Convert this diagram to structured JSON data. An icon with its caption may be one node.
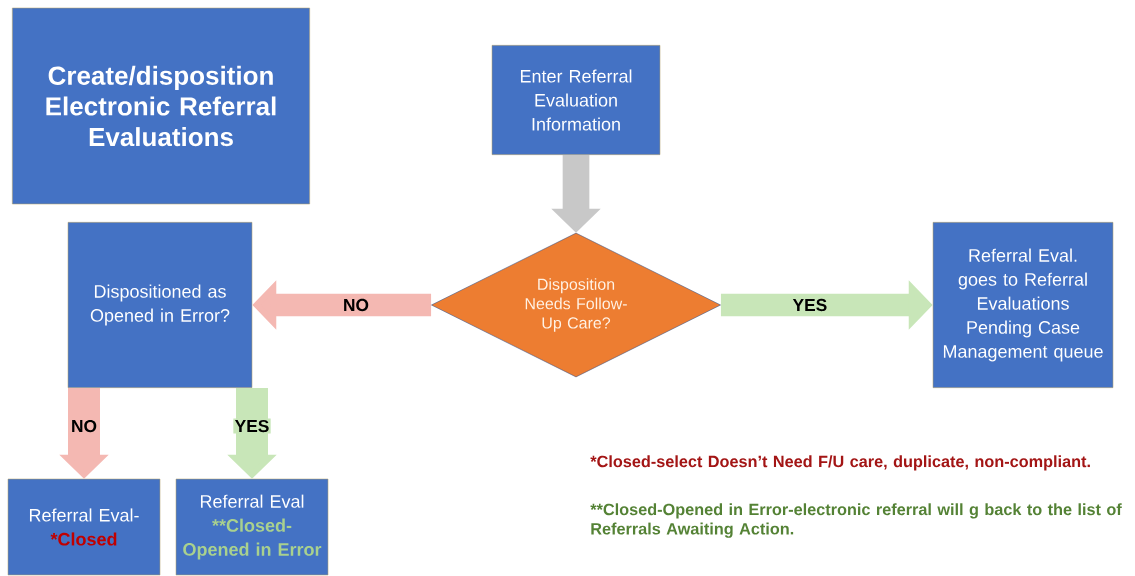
{
  "diagram": {
    "nodes": [
      {
        "text": [
          "Create/disposition Electronic Referral Evaluations"
        ]
      },
      {
        "text": [
          "Enter Referral Evaluation Information"
        ]
      },
      {
        "text": [
          "Disposition Needs Follow-Up Care?"
        ]
      },
      {
        "text": [
          "Dispositioned as Opened in Error?"
        ]
      },
      {
        "text": [
          "Referral Eval. goes to Referral Evaluations Pending Case Management queue"
        ]
      },
      {
        "text": [
          "Referral Eval-",
          "*Closed"
        ]
      },
      {
        "text": [
          "Referral Eval",
          "**Closed-Opened in Error"
        ]
      }
    ],
    "edges": [
      {
        "from": 1,
        "to": 2,
        "arrow": "to",
        "color": "#c8c8c8"
      },
      {
        "from": 2,
        "to": 3,
        "arrow": "to",
        "label": "NO",
        "color": "#f4b8b2"
      },
      {
        "from": 2,
        "to": 4,
        "arrow": "to",
        "label": "YES",
        "color": "#c8e6b8"
      },
      {
        "from": 3,
        "to": 5,
        "arrow": "to",
        "label": "NO",
        "color": "#f4b8b2"
      },
      {
        "from": 3,
        "to": 6,
        "arrow": "to",
        "label": "YES",
        "color": "#c8e6b8"
      }
    ],
    "labels": [
      "*Closed-select Doesn’t Need F/U care, duplicate, non-compliant.",
      "**Closed-Opened in Error-electronic referral will g back to the list of Referrals Awaiting Action."
    ]
  }
}
